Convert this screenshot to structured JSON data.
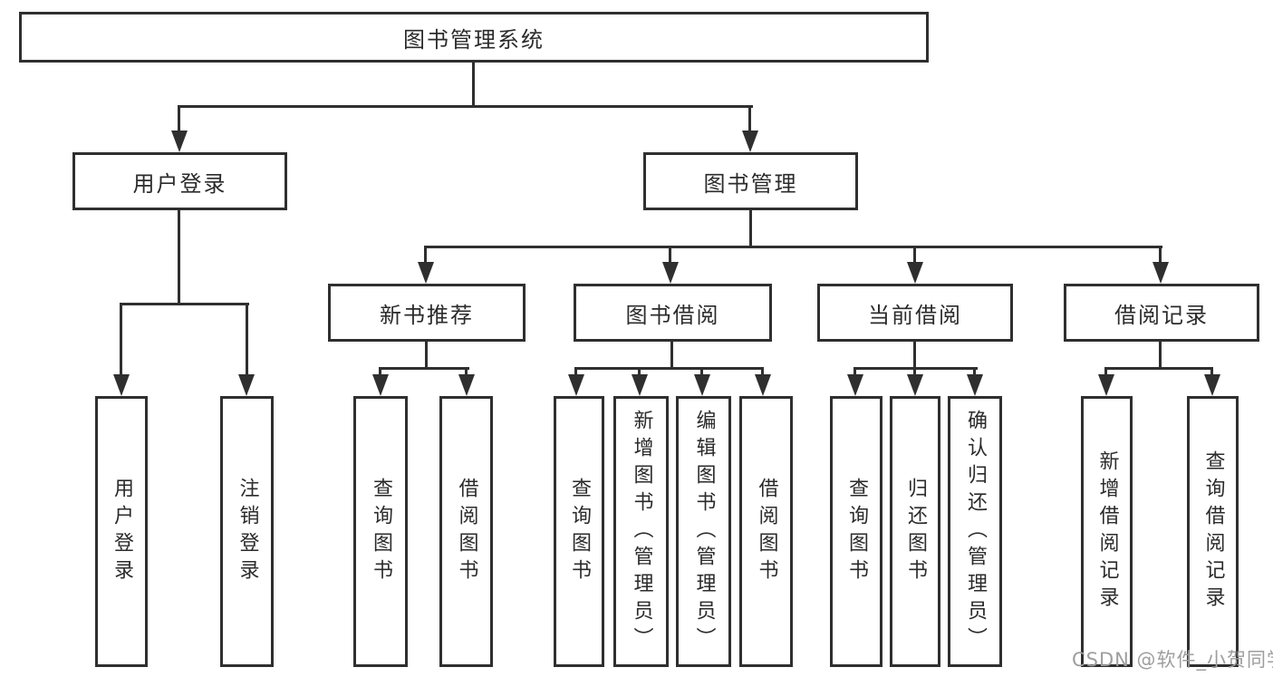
{
  "tree": {
    "label": "图书管理系统",
    "children": [
      {
        "label": "用户登录",
        "children": [
          {
            "label": "用户登录"
          },
          {
            "label": "注销登录"
          }
        ]
      },
      {
        "label": "图书管理",
        "children": [
          {
            "label": "新书推荐",
            "children": [
              {
                "label": "查询图书"
              },
              {
                "label": "借阅图书"
              }
            ]
          },
          {
            "label": "图书借阅",
            "children": [
              {
                "label": "查询图书"
              },
              {
                "label": "新增图书（管理员）"
              },
              {
                "label": "编辑图书（管理员）"
              },
              {
                "label": "借阅图书"
              }
            ]
          },
          {
            "label": "当前借阅",
            "children": [
              {
                "label": "查询图书"
              },
              {
                "label": "归还图书"
              },
              {
                "label": "确认归还（管理员）"
              }
            ]
          },
          {
            "label": "借阅记录",
            "children": [
              {
                "label": "新增借阅记录"
              },
              {
                "label": "查询借阅记录"
              }
            ]
          }
        ]
      }
    ]
  },
  "watermark": "CSDN @软件_小贺同学",
  "colors": {
    "line": "#2f2f2f",
    "text": "#2b2b2b",
    "watermark": "#9e9e9e",
    "background": "#ffffff"
  }
}
